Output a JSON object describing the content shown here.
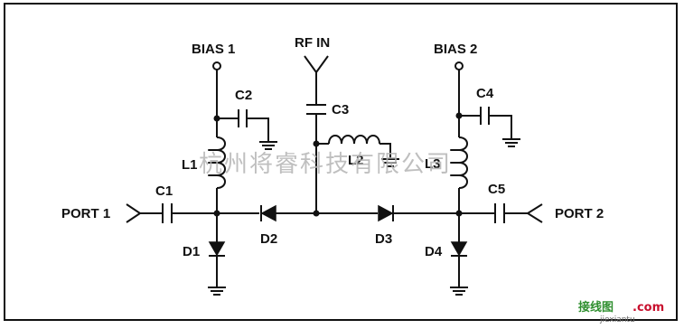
{
  "labels": {
    "bias1": "BIAS 1",
    "rf_in": "RF IN",
    "bias2": "BIAS 2",
    "port1": "PORT 1",
    "port2": "PORT 2",
    "c1": "C1",
    "c2": "C2",
    "c3": "C3",
    "c4": "C4",
    "c5": "C5",
    "l1": "L1",
    "l2": "L2",
    "l3": "L3",
    "d1": "D1",
    "d2": "D2",
    "d3": "D3",
    "d4": "D4"
  },
  "watermark": {
    "company": "杭州将睿科技有限公司",
    "site_cn": "接线图",
    "site_dot": ".com",
    "site_pinyin": "jiexiantu"
  },
  "colors": {
    "line": "#111111",
    "watermark_gray": "#b5b5b5",
    "logo_green": "#2f8f2f",
    "logo_red": "#c8102e"
  }
}
